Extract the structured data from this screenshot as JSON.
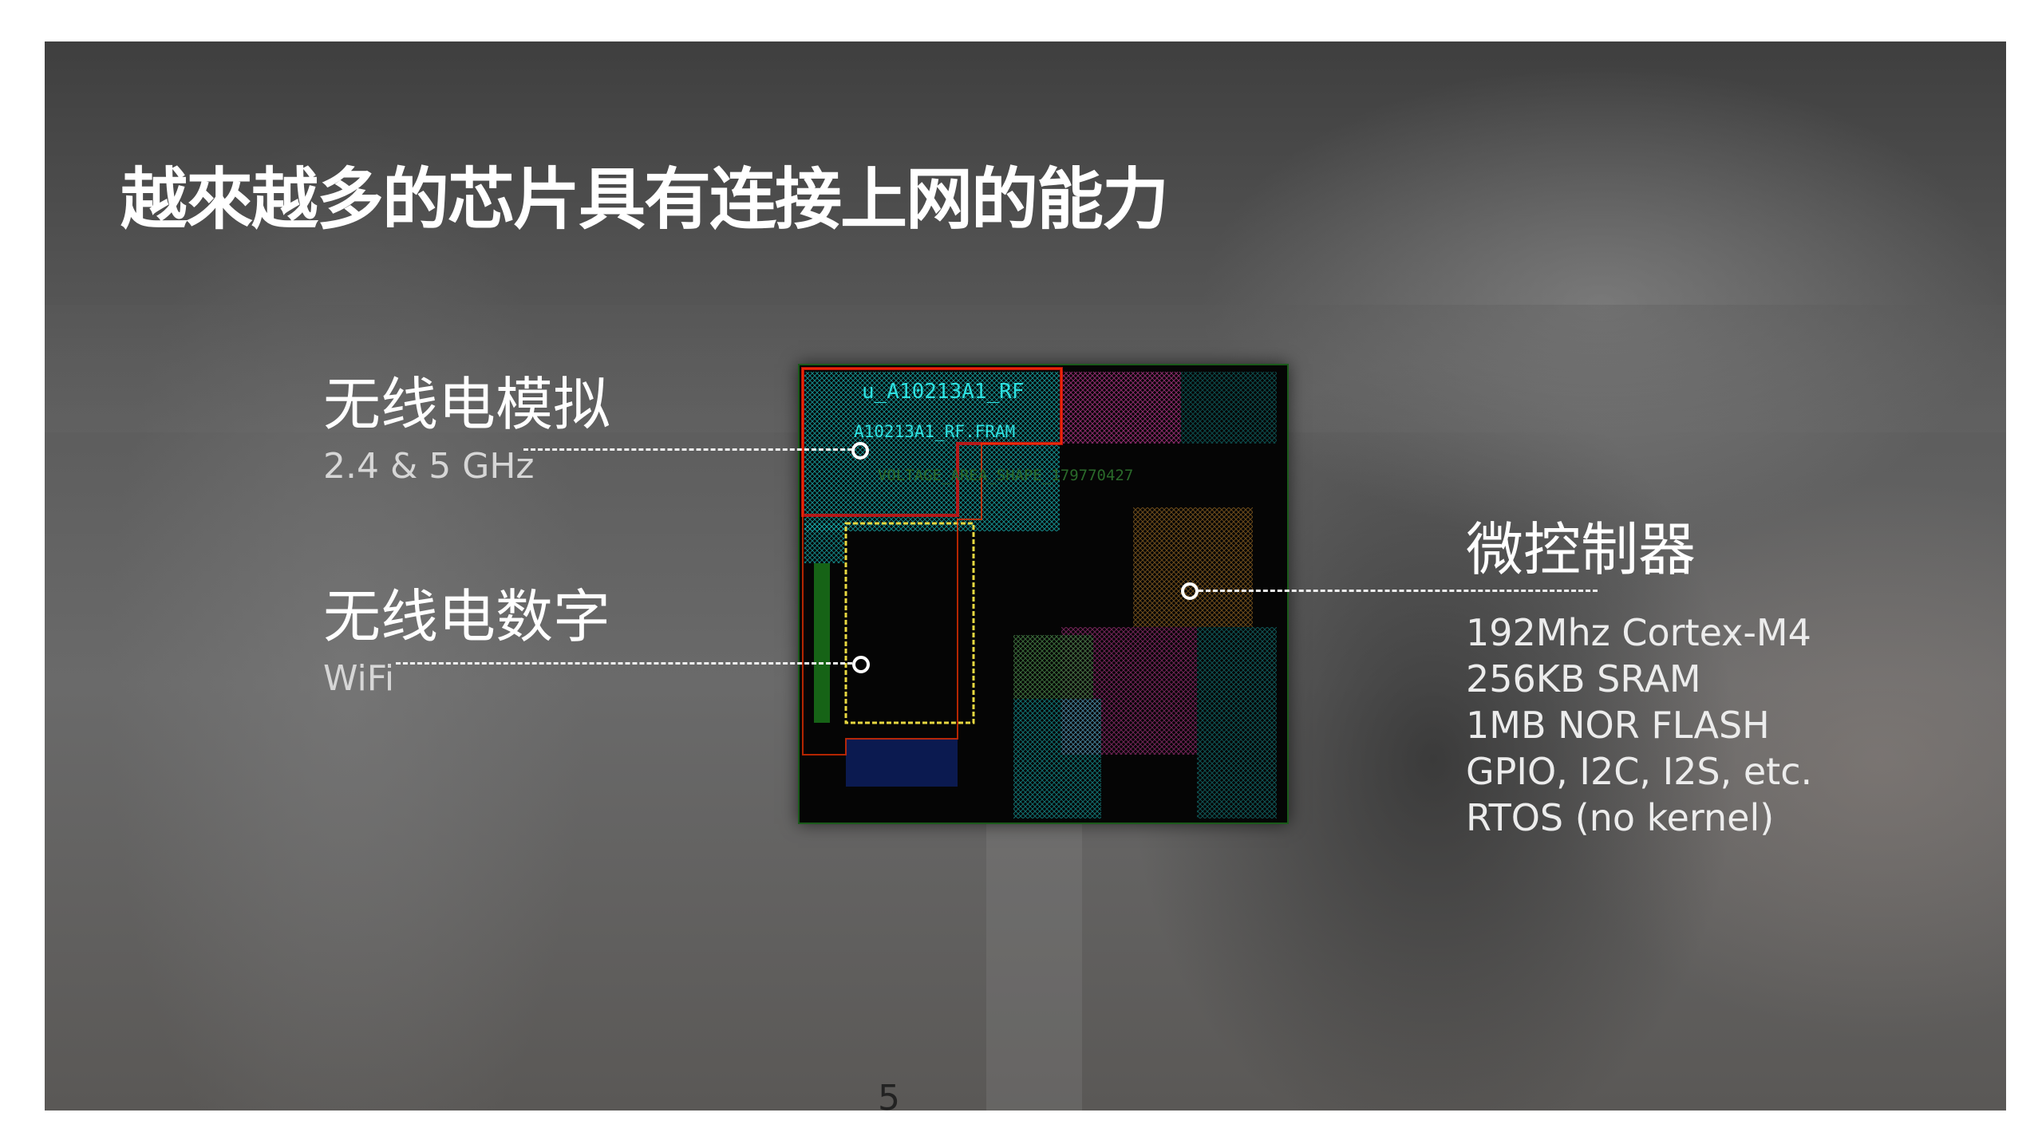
{
  "slide": {
    "title": "越來越多的芯片具有连接上网的能力",
    "page_number": "5",
    "callouts": [
      {
        "label": "无线电模拟",
        "sublabel": "2.4 & 5 GHz"
      },
      {
        "label": "无线电数字",
        "sublabel": "WiFi"
      },
      {
        "label": "微控制器",
        "specs": [
          "192Mhz Cortex-M4",
          "256KB SRAM",
          "1MB NOR FLASH",
          "GPIO, I2C, I2S, etc.",
          "RTOS (no kernel)"
        ]
      }
    ],
    "chip_image": {
      "labels": [
        "u_A10213A1_RF",
        "A10213A1_RF.FRAM",
        "VOLTAGE_AREA_SHAPE_179770427"
      ]
    }
  }
}
